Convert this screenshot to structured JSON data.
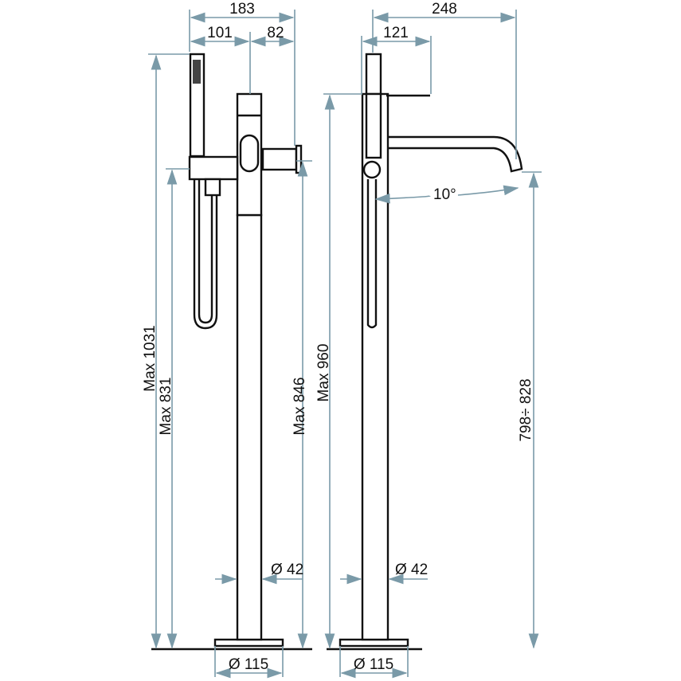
{
  "left_view": {
    "width_total": "183",
    "width_left": "101",
    "width_right": "82",
    "height_max_total": "Max 1031",
    "height_hand_shower": "Max 831",
    "height_spout": "Max 846",
    "pipe_diameter": "Ø 42",
    "base_diameter": "Ø 115"
  },
  "right_view": {
    "width_total": "248",
    "width_handle": "121",
    "angle": "10°",
    "height_max": "Max 960",
    "height_spout": "798÷ 828",
    "pipe_diameter": "Ø 42",
    "base_diameter": "Ø 115"
  },
  "colors": {
    "dimension": "#7a9aa8",
    "outline": "#111111"
  }
}
